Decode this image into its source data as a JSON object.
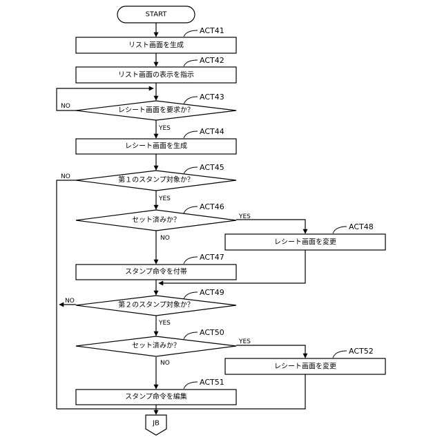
{
  "start": "START",
  "end": "JB",
  "steps": {
    "act41": {
      "id": "ACT41",
      "text": "リスト画面を生成"
    },
    "act42": {
      "id": "ACT42",
      "text": "リスト画面の表示を指示"
    },
    "act43": {
      "id": "ACT43",
      "text": "レシート画面を要求か？"
    },
    "act44": {
      "id": "ACT44",
      "text": "レシート画面を生成"
    },
    "act45": {
      "id": "ACT45",
      "text": "第１のスタンプ対象か？"
    },
    "act46": {
      "id": "ACT46",
      "text": "セット済みか？"
    },
    "act47": {
      "id": "ACT47",
      "text": "スタンプ命令を付帯"
    },
    "act48": {
      "id": "ACT48",
      "text": "レシート画面を変更"
    },
    "act49": {
      "id": "ACT49",
      "text": "第２のスタンプ対象か？"
    },
    "act50": {
      "id": "ACT50",
      "text": "セット済みか？"
    },
    "act51": {
      "id": "ACT51",
      "text": "スタンプ命令を編集"
    },
    "act52": {
      "id": "ACT52",
      "text": "レシート画面を変更"
    }
  },
  "branch_labels": {
    "yes": "YES",
    "no": "NO"
  }
}
